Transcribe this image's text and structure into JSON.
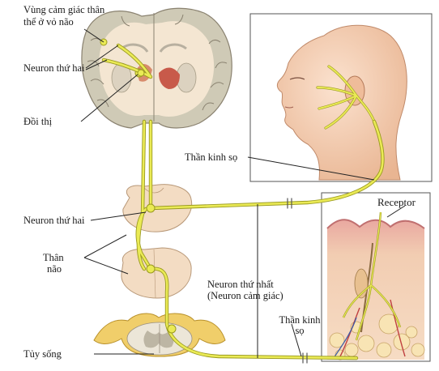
{
  "labels": {
    "cortex_line1": "Vùng cảm giác thân",
    "cortex_line2": "thể ở vỏ não",
    "second_neuron_top": "Neuron thứ hai",
    "thalamus": "Đồi thị",
    "cranial_nerve_top": "Thần kinh sọ",
    "second_neuron_mid": "Neuron thứ hai",
    "brainstem_line1": "Thân",
    "brainstem_line2": "não",
    "first_neuron_line1": "Neuron thứ nhất",
    "first_neuron_line2": "(Neuron cảm giác)",
    "receptor": "Receptor",
    "cranial_nerve_bottom_line1": "Thần kinh",
    "cranial_nerve_bottom_line2": "sọ",
    "spinal_cord": "Tủy sống"
  },
  "colors": {
    "nerve": "#eaea55",
    "nerve_edge": "#9a9a20",
    "brain_tissue": "#f3dcc3",
    "gray_matter": "#c8c4b0",
    "thalamus": "#c85a4a",
    "skin": "#f6d2b8"
  }
}
